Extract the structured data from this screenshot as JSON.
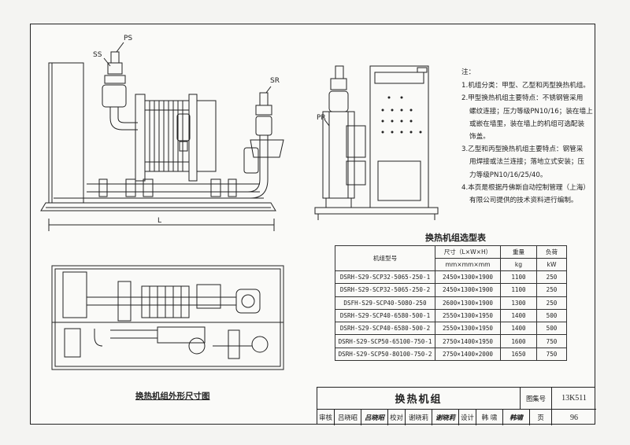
{
  "labels": {
    "ss": "SS",
    "ps": "PS",
    "sr": "SR",
    "pr": "PR",
    "l": "L"
  },
  "notes": {
    "head": "注：",
    "items": [
      "1.机组分类：甲型、乙型和丙型换热机组。",
      "2.甲型换热机组主要特点：不锈钢管采用",
      "螺纹连接；压力等级PN10/16；装在墙上",
      "或嵌在墙里，装在墙上的机组可选配装",
      "饰盖。",
      "3.乙型和丙型换热机组主要特点：钢管采",
      "用焊接或法兰连接；落地立式安装；压",
      "力等级PN10/16/25/40。",
      "4.本页是根据丹佛斯自动控制管理（上海）",
      "有限公司提供的技术资料进行编制。"
    ]
  },
  "table": {
    "title": "换热机组选型表",
    "headers": {
      "model": "机组型号",
      "size": "尺寸（L×W×H）",
      "weight": "重量",
      "load": "负荷"
    },
    "units": {
      "size": "mm×mm×mm",
      "weight": "kg",
      "load": "kW"
    },
    "rows": [
      {
        "model": "DSRH-S29-SCP32-5065-250-1",
        "size": "2450×1300×1900",
        "weight": "1100",
        "load": "250"
      },
      {
        "model": "DSRH-S29-SCP32-5065-250-2",
        "size": "2450×1300×1900",
        "weight": "1100",
        "load": "250"
      },
      {
        "model": "DSFH-S29-SCP40-5080-250",
        "size": "2600×1300×1900",
        "weight": "1300",
        "load": "250"
      },
      {
        "model": "DSRH-S29-SCP40-6580-500-1",
        "size": "2550×1300×1950",
        "weight": "1400",
        "load": "500"
      },
      {
        "model": "DSRH-S29-SCP40-6580-500-2",
        "size": "2550×1300×1950",
        "weight": "1400",
        "load": "500"
      },
      {
        "model": "DSRH-S29-SCP50-65100-750-1",
        "size": "2750×1400×1950",
        "weight": "1600",
        "load": "750"
      },
      {
        "model": "DSRH-S29-SCP50-80100-750-2",
        "size": "2750×1400×2000",
        "weight": "1650",
        "load": "750"
      }
    ]
  },
  "figure_caption": "换热机组外形尺寸图",
  "title_block": {
    "title": "换热机组",
    "set_label": "图集号",
    "set_no": "13K511",
    "review_label": "审核",
    "reviewer": "吕晓昭",
    "reviewer_sig": "吕晓昭",
    "check_label": "校对",
    "checker": "谢晓莉",
    "checker_sig": "谢晓莉",
    "design_label": "设计",
    "designer": "韩 啸",
    "designer_sig": "韩啸",
    "page_label": "页",
    "page_no": "96"
  },
  "colors": {
    "ink": "#222222",
    "paper": "#fafaf8"
  }
}
